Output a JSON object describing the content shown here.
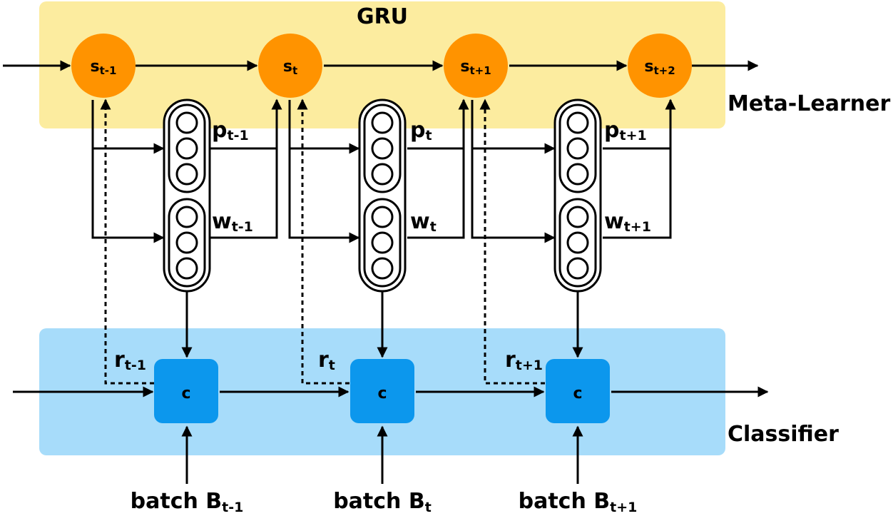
{
  "panels": {
    "meta": {
      "title": "GRU",
      "side_label": "Meta-Learner",
      "color": "#fcec9f"
    },
    "classifier": {
      "side_label": "Classifier",
      "color": "#a7dcfa"
    }
  },
  "colors": {
    "state": "#ff9300",
    "classifier_node": "#0c97ed",
    "line": "#000000"
  },
  "states": [
    {
      "base": "s",
      "sub": "t-1"
    },
    {
      "base": "s",
      "sub": "t"
    },
    {
      "base": "s",
      "sub": "t+1"
    },
    {
      "base": "s",
      "sub": "t+2"
    }
  ],
  "steps": [
    {
      "p": {
        "base": "p",
        "sub": "t-1"
      },
      "w": {
        "base": "w",
        "sub": "t-1"
      },
      "r": {
        "base": "r",
        "sub": "t-1"
      },
      "c": "c",
      "batch": {
        "base": "batch B",
        "sub": "t-1"
      }
    },
    {
      "p": {
        "base": "p",
        "sub": "t"
      },
      "w": {
        "base": "w",
        "sub": "t"
      },
      "r": {
        "base": "r",
        "sub": "t"
      },
      "c": "c",
      "batch": {
        "base": "batch B",
        "sub": "t"
      }
    },
    {
      "p": {
        "base": "p",
        "sub": "t+1"
      },
      "w": {
        "base": "w",
        "sub": "t+1"
      },
      "r": {
        "base": "r",
        "sub": "t+1"
      },
      "c": "c",
      "batch": {
        "base": "batch B",
        "sub": "t+1"
      }
    }
  ]
}
